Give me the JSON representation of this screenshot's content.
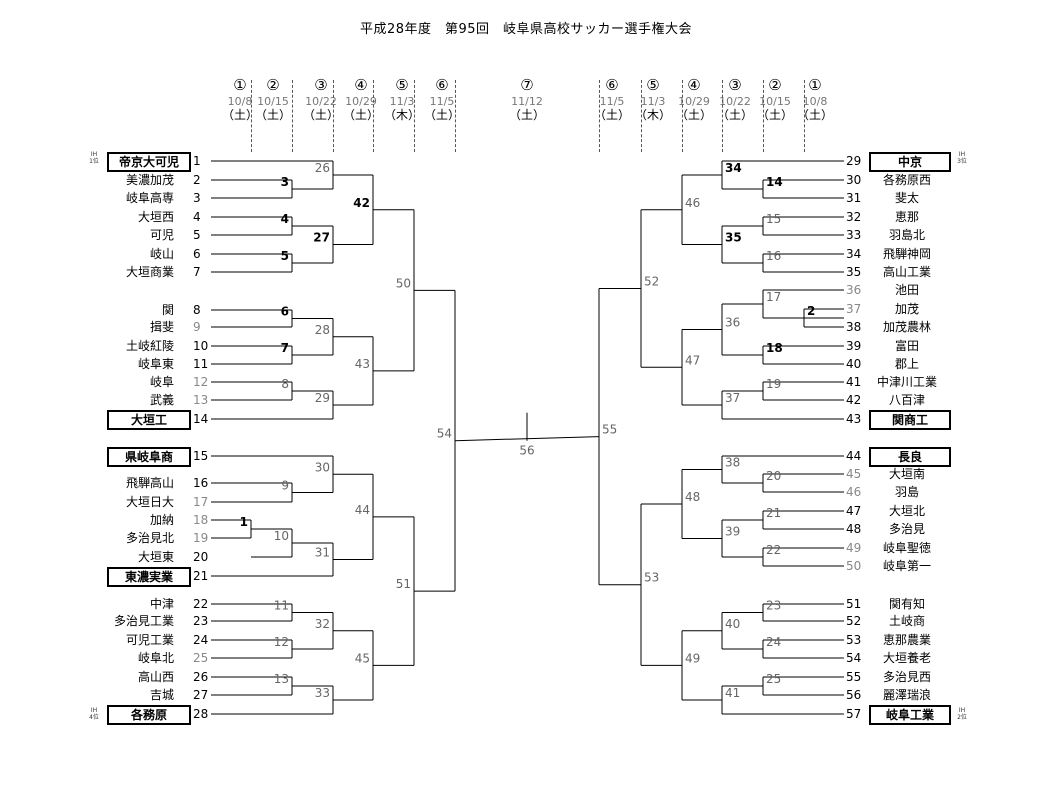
{
  "title": "平成28年度　第95回　岐阜県高校サッカー選手権大会",
  "rounds_left": [
    {
      "num": "①",
      "date": "10/8",
      "day": "（土）"
    },
    {
      "num": "②",
      "date": "10/15",
      "day": "（土）"
    },
    {
      "num": "③",
      "date": "10/22",
      "day": "（土）"
    },
    {
      "num": "④",
      "date": "10/29",
      "day": "（土）"
    },
    {
      "num": "⑤",
      "date": "11/3",
      "day": "（木）"
    },
    {
      "num": "⑥",
      "date": "11/5",
      "day": "（土）"
    }
  ],
  "final_round": {
    "num": "⑦",
    "date": "11/12",
    "day": "（土）"
  },
  "rounds_right": [
    {
      "num": "⑥",
      "date": "11/5",
      "day": "（土）"
    },
    {
      "num": "⑤",
      "date": "11/3",
      "day": "（木）"
    },
    {
      "num": "④",
      "date": "10/29",
      "day": "（土）"
    },
    {
      "num": "③",
      "date": "10/22",
      "day": "（土）"
    },
    {
      "num": "②",
      "date": "10/15",
      "day": "（土）"
    },
    {
      "num": "①",
      "date": "10/8",
      "day": "（土）"
    }
  ],
  "ih_labels": {
    "t1": {
      "top": "IH",
      "bottom": "1位"
    },
    "t28": {
      "top": "IH",
      "bottom": "4位"
    },
    "t29": {
      "top": "IH",
      "bottom": "3位"
    },
    "t57": {
      "top": "IH",
      "bottom": "2位"
    }
  },
  "teams": [
    {
      "seed": "1",
      "name": "帝京大可児",
      "side": "left",
      "boxed": true,
      "gray": false
    },
    {
      "seed": "2",
      "name": "美濃加茂",
      "side": "left",
      "boxed": false,
      "gray": false
    },
    {
      "seed": "3",
      "name": "岐阜高専",
      "side": "left",
      "boxed": false,
      "gray": false
    },
    {
      "seed": "4",
      "name": "大垣西",
      "side": "left",
      "boxed": false,
      "gray": false
    },
    {
      "seed": "5",
      "name": "可児",
      "side": "left",
      "boxed": false,
      "gray": false
    },
    {
      "seed": "6",
      "name": "岐山",
      "side": "left",
      "boxed": false,
      "gray": false
    },
    {
      "seed": "7",
      "name": "大垣商業",
      "side": "left",
      "boxed": false,
      "gray": false
    },
    {
      "seed": "8",
      "name": "関",
      "side": "left",
      "boxed": false,
      "gray": false
    },
    {
      "seed": "9",
      "name": "揖斐",
      "side": "left",
      "boxed": false,
      "gray": true
    },
    {
      "seed": "10",
      "name": "土岐紅陵",
      "side": "left",
      "boxed": false,
      "gray": false
    },
    {
      "seed": "11",
      "name": "岐阜東",
      "side": "left",
      "boxed": false,
      "gray": false
    },
    {
      "seed": "12",
      "name": "岐阜",
      "side": "left",
      "boxed": false,
      "gray": true
    },
    {
      "seed": "13",
      "name": "武義",
      "side": "left",
      "boxed": false,
      "gray": true
    },
    {
      "seed": "14",
      "name": "大垣工",
      "side": "left",
      "boxed": true,
      "gray": false
    },
    {
      "seed": "15",
      "name": "県岐阜商",
      "side": "left",
      "boxed": true,
      "gray": false
    },
    {
      "seed": "16",
      "name": "飛騨高山",
      "side": "left",
      "boxed": false,
      "gray": false
    },
    {
      "seed": "17",
      "name": "大垣日大",
      "side": "left",
      "boxed": false,
      "gray": true
    },
    {
      "seed": "18",
      "name": "加納",
      "side": "left",
      "boxed": false,
      "gray": true
    },
    {
      "seed": "19",
      "name": "多治見北",
      "side": "left",
      "boxed": false,
      "gray": true
    },
    {
      "seed": "20",
      "name": "大垣東",
      "side": "left",
      "boxed": false,
      "gray": false
    },
    {
      "seed": "21",
      "name": "東濃実業",
      "side": "left",
      "boxed": true,
      "gray": false
    },
    {
      "seed": "22",
      "name": "中津",
      "side": "left",
      "boxed": false,
      "gray": false
    },
    {
      "seed": "23",
      "name": "多治見工業",
      "side": "left",
      "boxed": false,
      "gray": false
    },
    {
      "seed": "24",
      "name": "可児工業",
      "side": "left",
      "boxed": false,
      "gray": false
    },
    {
      "seed": "25",
      "name": "岐阜北",
      "side": "left",
      "boxed": false,
      "gray": true
    },
    {
      "seed": "26",
      "name": "高山西",
      "side": "left",
      "boxed": false,
      "gray": false
    },
    {
      "seed": "27",
      "name": "吉城",
      "side": "left",
      "boxed": false,
      "gray": false
    },
    {
      "seed": "28",
      "name": "各務原",
      "side": "left",
      "boxed": true,
      "gray": false
    },
    {
      "seed": "29",
      "name": "中京",
      "side": "right",
      "boxed": true,
      "gray": false
    },
    {
      "seed": "30",
      "name": "各務原西",
      "side": "right",
      "boxed": false,
      "gray": false
    },
    {
      "seed": "31",
      "name": "斐太",
      "side": "right",
      "boxed": false,
      "gray": false
    },
    {
      "seed": "32",
      "name": "恵那",
      "side": "right",
      "boxed": false,
      "gray": false
    },
    {
      "seed": "33",
      "name": "羽島北",
      "side": "right",
      "boxed": false,
      "gray": false
    },
    {
      "seed": "34",
      "name": "飛騨神岡",
      "side": "right",
      "boxed": false,
      "gray": false
    },
    {
      "seed": "35",
      "name": "高山工業",
      "side": "right",
      "boxed": false,
      "gray": false
    },
    {
      "seed": "36",
      "name": "池田",
      "side": "right",
      "boxed": false,
      "gray": true
    },
    {
      "seed": "37",
      "name": "加茂",
      "side": "right",
      "boxed": false,
      "gray": true
    },
    {
      "seed": "38",
      "name": "加茂農林",
      "side": "right",
      "boxed": false,
      "gray": false
    },
    {
      "seed": "39",
      "name": "富田",
      "side": "right",
      "boxed": false,
      "gray": false
    },
    {
      "seed": "40",
      "name": "郡上",
      "side": "right",
      "boxed": false,
      "gray": false
    },
    {
      "seed": "41",
      "name": "中津川工業",
      "side": "right",
      "boxed": false,
      "gray": false
    },
    {
      "seed": "42",
      "name": "八百津",
      "side": "right",
      "boxed": false,
      "gray": false
    },
    {
      "seed": "43",
      "name": "関商工",
      "side": "right",
      "boxed": true,
      "gray": false
    },
    {
      "seed": "44",
      "name": "長良",
      "side": "right",
      "boxed": true,
      "gray": false
    },
    {
      "seed": "45",
      "name": "大垣南",
      "side": "right",
      "boxed": false,
      "gray": true
    },
    {
      "seed": "46",
      "name": "羽島",
      "side": "right",
      "boxed": false,
      "gray": true
    },
    {
      "seed": "47",
      "name": "大垣北",
      "side": "right",
      "boxed": false,
      "gray": false
    },
    {
      "seed": "48",
      "name": "多治見",
      "side": "right",
      "boxed": false,
      "gray": false
    },
    {
      "seed": "49",
      "name": "岐阜聖徳",
      "side": "right",
      "boxed": false,
      "gray": true
    },
    {
      "seed": "50",
      "name": "岐阜第一",
      "side": "right",
      "boxed": false,
      "gray": true
    },
    {
      "seed": "51",
      "name": "関有知",
      "side": "right",
      "boxed": false,
      "gray": false
    },
    {
      "seed": "52",
      "name": "土岐商",
      "side": "right",
      "boxed": false,
      "gray": false
    },
    {
      "seed": "53",
      "name": "恵那農業",
      "side": "right",
      "boxed": false,
      "gray": false
    },
    {
      "seed": "54",
      "name": "大垣養老",
      "side": "right",
      "boxed": false,
      "gray": false
    },
    {
      "seed": "55",
      "name": "多治見西",
      "side": "right",
      "boxed": false,
      "gray": false
    },
    {
      "seed": "56",
      "name": "麗澤瑞浪",
      "side": "right",
      "boxed": false,
      "gray": false
    },
    {
      "seed": "57",
      "name": "岐阜工業",
      "side": "right",
      "boxed": true,
      "gray": false
    }
  ],
  "matches": [
    {
      "id": "1",
      "bold": true
    },
    {
      "id": "2",
      "bold": true
    },
    {
      "id": "3",
      "bold": true
    },
    {
      "id": "4",
      "bold": true
    },
    {
      "id": "5",
      "bold": true
    },
    {
      "id": "6",
      "bold": true
    },
    {
      "id": "7",
      "bold": true
    },
    {
      "id": "8",
      "bold": false
    },
    {
      "id": "9",
      "bold": false
    },
    {
      "id": "10",
      "bold": false
    },
    {
      "id": "11",
      "bold": false
    },
    {
      "id": "12",
      "bold": false
    },
    {
      "id": "13",
      "bold": false
    },
    {
      "id": "14",
      "bold": true
    },
    {
      "id": "15",
      "bold": false
    },
    {
      "id": "16",
      "bold": false
    },
    {
      "id": "17",
      "bold": false
    },
    {
      "id": "18",
      "bold": true
    },
    {
      "id": "19",
      "bold": false
    },
    {
      "id": "20",
      "bold": false
    },
    {
      "id": "21",
      "bold": false
    },
    {
      "id": "22",
      "bold": false
    },
    {
      "id": "23",
      "bold": false
    },
    {
      "id": "24",
      "bold": false
    },
    {
      "id": "25",
      "bold": false
    },
    {
      "id": "26",
      "bold": false
    },
    {
      "id": "27",
      "bold": true
    },
    {
      "id": "28",
      "bold": false
    },
    {
      "id": "29",
      "bold": false
    },
    {
      "id": "30",
      "bold": false
    },
    {
      "id": "31",
      "bold": false
    },
    {
      "id": "32",
      "bold": false
    },
    {
      "id": "33",
      "bold": false
    },
    {
      "id": "34",
      "bold": true
    },
    {
      "id": "35",
      "bold": true
    },
    {
      "id": "36",
      "bold": false
    },
    {
      "id": "37",
      "bold": false
    },
    {
      "id": "38",
      "bold": false
    },
    {
      "id": "39",
      "bold": false
    },
    {
      "id": "40",
      "bold": false
    },
    {
      "id": "41",
      "bold": false
    },
    {
      "id": "42",
      "bold": true
    },
    {
      "id": "43",
      "bold": false
    },
    {
      "id": "44",
      "bold": false
    },
    {
      "id": "45",
      "bold": false
    },
    {
      "id": "46",
      "bold": false
    },
    {
      "id": "47",
      "bold": false
    },
    {
      "id": "48",
      "bold": false
    },
    {
      "id": "49",
      "bold": false
    },
    {
      "id": "50",
      "bold": false
    },
    {
      "id": "51",
      "bold": false
    },
    {
      "id": "52",
      "bold": false
    },
    {
      "id": "53",
      "bold": false
    },
    {
      "id": "54",
      "bold": false
    },
    {
      "id": "55",
      "bold": false
    },
    {
      "id": "56",
      "bold": false
    }
  ]
}
